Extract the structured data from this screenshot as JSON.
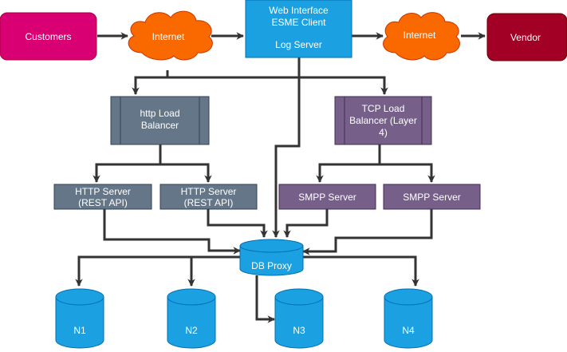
{
  "colors": {
    "customers": "#d80073",
    "internet": "#fa6800",
    "web": "#1ba1e2",
    "vendor": "#a20025",
    "http_lb": "#647687",
    "tcp_lb": "#76608a",
    "http_server": "#647687",
    "smpp_server": "#76608a",
    "db": "#1ba1e2",
    "edge": "#333333"
  },
  "nodes": {
    "customers": {
      "label": "Customers"
    },
    "internet_left": {
      "label": "Internet"
    },
    "web_interface": {
      "line1": "Web Interface",
      "line2": "ESME Client",
      "line3": "Log Server"
    },
    "internet_right": {
      "label": "Internet"
    },
    "vendor": {
      "label": "Vendor"
    },
    "http_lb": {
      "line1": "http Load",
      "line2": "Balancer"
    },
    "tcp_lb": {
      "line1": "TCP Load",
      "line2": "Balancer (Layer",
      "line3": "4)"
    },
    "http_server_1": {
      "line1": "HTTP Server",
      "line2": "(REST API)"
    },
    "http_server_2": {
      "line1": "HTTP Server",
      "line2": "(REST API)"
    },
    "smpp_server_1": {
      "label": "SMPP Server"
    },
    "smpp_server_2": {
      "label": "SMPP Server"
    },
    "db_proxy": {
      "label": "DB Proxy"
    },
    "n1": {
      "label": "N1"
    },
    "n2": {
      "label": "N2"
    },
    "n3": {
      "label": "N3"
    },
    "n4": {
      "label": "N4"
    }
  }
}
